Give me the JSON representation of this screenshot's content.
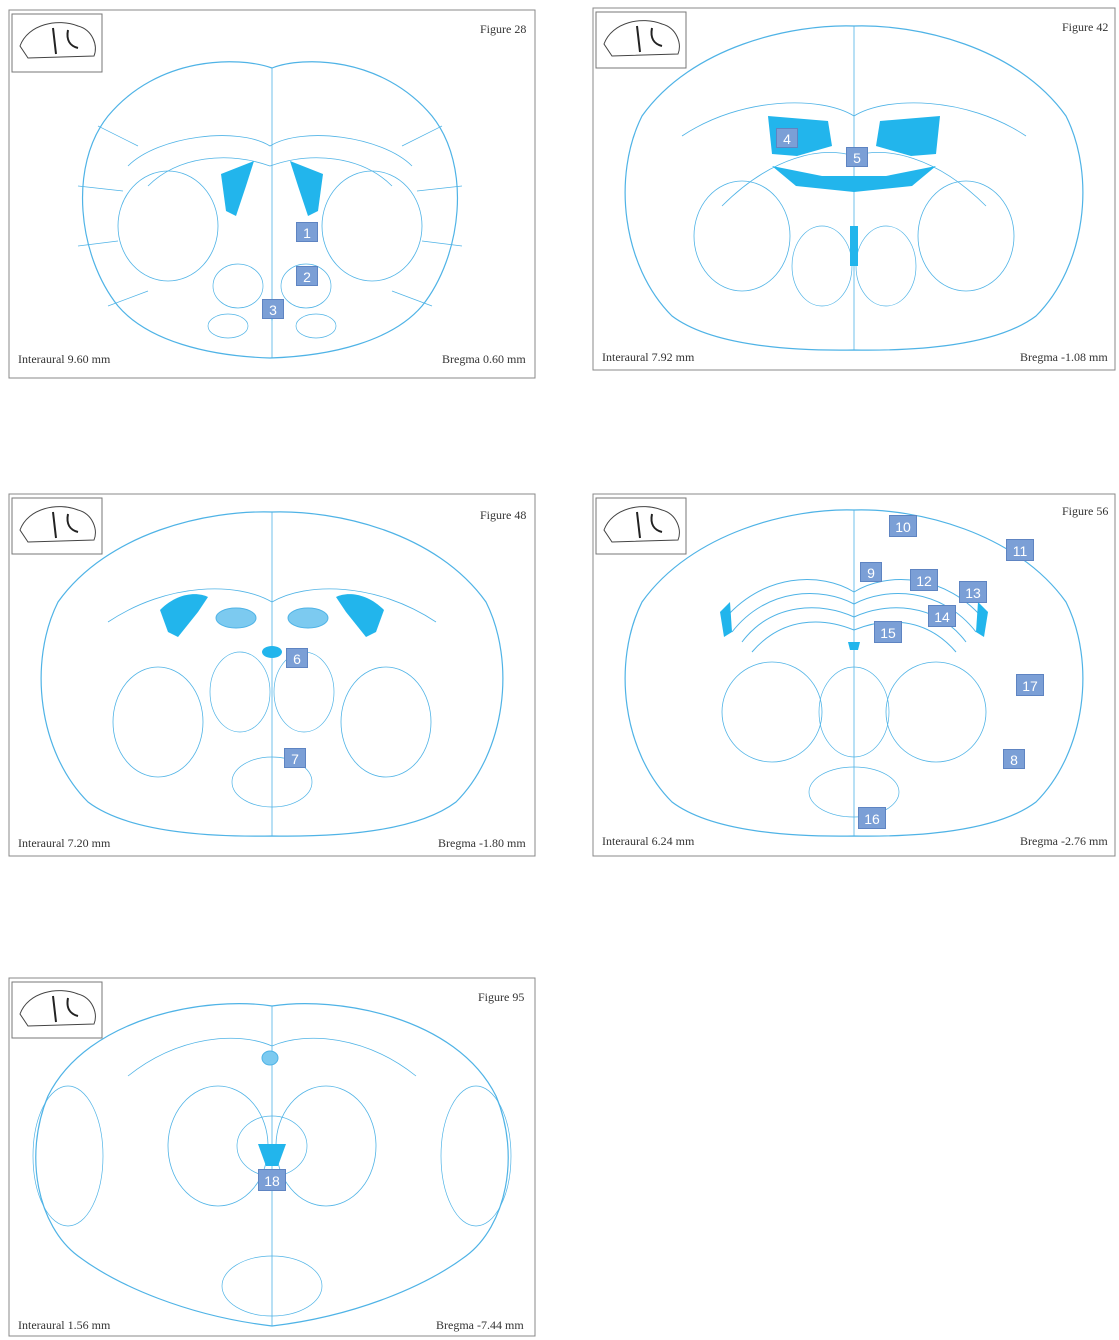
{
  "colors": {
    "outline": "#4fb3e6",
    "fill": "#22b5ec",
    "grid": "#888888",
    "marker": "#7b9fd6"
  },
  "panels": [
    {
      "figure": "Figure 28",
      "interaural": "Interaural 9.60 mm",
      "bregma": "Bregma 0.60 mm",
      "markers": [
        "1",
        "2",
        "3"
      ]
    },
    {
      "figure": "Figure 42",
      "interaural": "Interaural 7.92 mm",
      "bregma": "Bregma -1.08 mm",
      "markers": [
        "4",
        "5"
      ]
    },
    {
      "figure": "Figure 48",
      "interaural": "Interaural 7.20 mm",
      "bregma": "Bregma -1.80 mm",
      "markers": [
        "6",
        "7"
      ]
    },
    {
      "figure": "Figure 56",
      "interaural": "Interaural 6.24 mm",
      "bregma": "Bregma -2.76 mm",
      "markers": [
        "8",
        "9",
        "10",
        "11",
        "12",
        "13",
        "14",
        "15",
        "16",
        "17"
      ]
    },
    {
      "figure": "Figure 95",
      "interaural": "Interaural 1.56 mm",
      "bregma": "Bregma -7.44 mm",
      "markers": [
        "18"
      ]
    }
  ]
}
